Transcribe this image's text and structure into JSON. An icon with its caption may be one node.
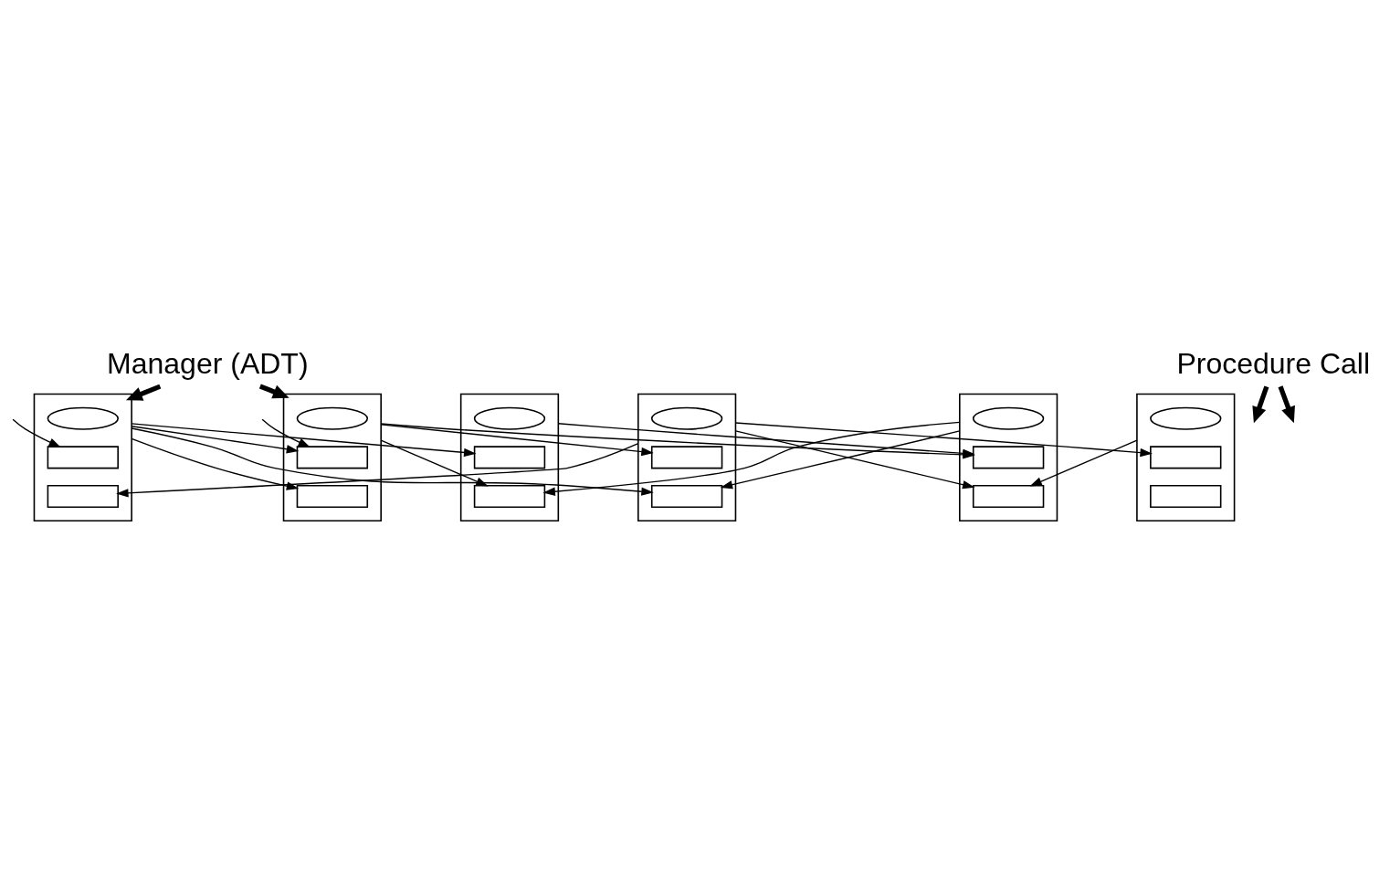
{
  "diagram": {
    "nodes": [
      {
        "text": [
          "Manager (ADT)"
        ]
      },
      {
        "text": [
          "Procedure Call"
        ]
      },
      {
        "text": [],
        "shape": "box"
      },
      {
        "text": [],
        "shape": "ellipse",
        "in": 2
      },
      {
        "text": [],
        "shape": "box",
        "in": 2
      },
      {
        "text": [],
        "shape": "box",
        "in": 2
      },
      {
        "text": [],
        "shape": "box"
      },
      {
        "text": [],
        "shape": "ellipse",
        "in": 6
      },
      {
        "text": [],
        "shape": "box",
        "in": 6
      },
      {
        "text": [],
        "shape": "box",
        "in": 6
      },
      {
        "text": [],
        "shape": "box"
      },
      {
        "text": [],
        "shape": "ellipse",
        "in": 10
      },
      {
        "text": [],
        "shape": "box",
        "in": 10
      },
      {
        "text": [],
        "shape": "box",
        "in": 10
      },
      {
        "text": [],
        "shape": "box"
      },
      {
        "text": [],
        "shape": "ellipse",
        "in": 14
      },
      {
        "text": [],
        "shape": "box",
        "in": 14
      },
      {
        "text": [],
        "shape": "box",
        "in": 14
      },
      {
        "text": [],
        "shape": "box"
      },
      {
        "text": [],
        "shape": "ellipse",
        "in": 18
      },
      {
        "text": [],
        "shape": "box",
        "in": 18
      },
      {
        "text": [],
        "shape": "box",
        "in": 18
      },
      {
        "text": [],
        "shape": "box"
      },
      {
        "text": [],
        "shape": "ellipse",
        "in": 22
      },
      {
        "text": [],
        "shape": "box",
        "in": 22
      },
      {
        "text": [],
        "shape": "box",
        "in": 22
      }
    ],
    "edges": [
      {
        "from": 0,
        "to": 6,
        "arrow": "to",
        "style": "thick"
      },
      {
        "from": 0,
        "to": 2,
        "arrow": "to",
        "style": "thick"
      },
      {
        "from": 1,
        "to": null,
        "arrow": "to",
        "style": "thick"
      },
      {
        "from": 1,
        "to": null,
        "arrow": "to",
        "style": "thick"
      },
      {
        "from": null,
        "to": 4,
        "arrow": "to"
      },
      {
        "from": null,
        "to": 8,
        "arrow": "to"
      },
      {
        "from": 2,
        "to": 8,
        "arrow": "to"
      },
      {
        "from": 2,
        "to": 9,
        "arrow": "to"
      },
      {
        "from": 2,
        "to": 16,
        "arrow": "to"
      },
      {
        "from": 2,
        "to": 13,
        "arrow": "to"
      },
      {
        "from": 6,
        "to": 12,
        "arrow": "to"
      },
      {
        "from": 6,
        "to": 17,
        "arrow": "to"
      },
      {
        "from": 6,
        "to": 20,
        "arrow": "to"
      },
      {
        "from": 10,
        "to": 21,
        "arrow": "to"
      },
      {
        "from": 10,
        "to": 5,
        "arrow": "to"
      },
      {
        "from": 10,
        "to": 24,
        "arrow": "to"
      },
      {
        "from": 14,
        "to": 20,
        "arrow": "to"
      },
      {
        "from": 18,
        "to": 17,
        "arrow": "to"
      },
      {
        "from": 18,
        "to": 13,
        "arrow": "to"
      },
      {
        "from": 22,
        "to": 21,
        "arrow": "to"
      }
    ]
  }
}
